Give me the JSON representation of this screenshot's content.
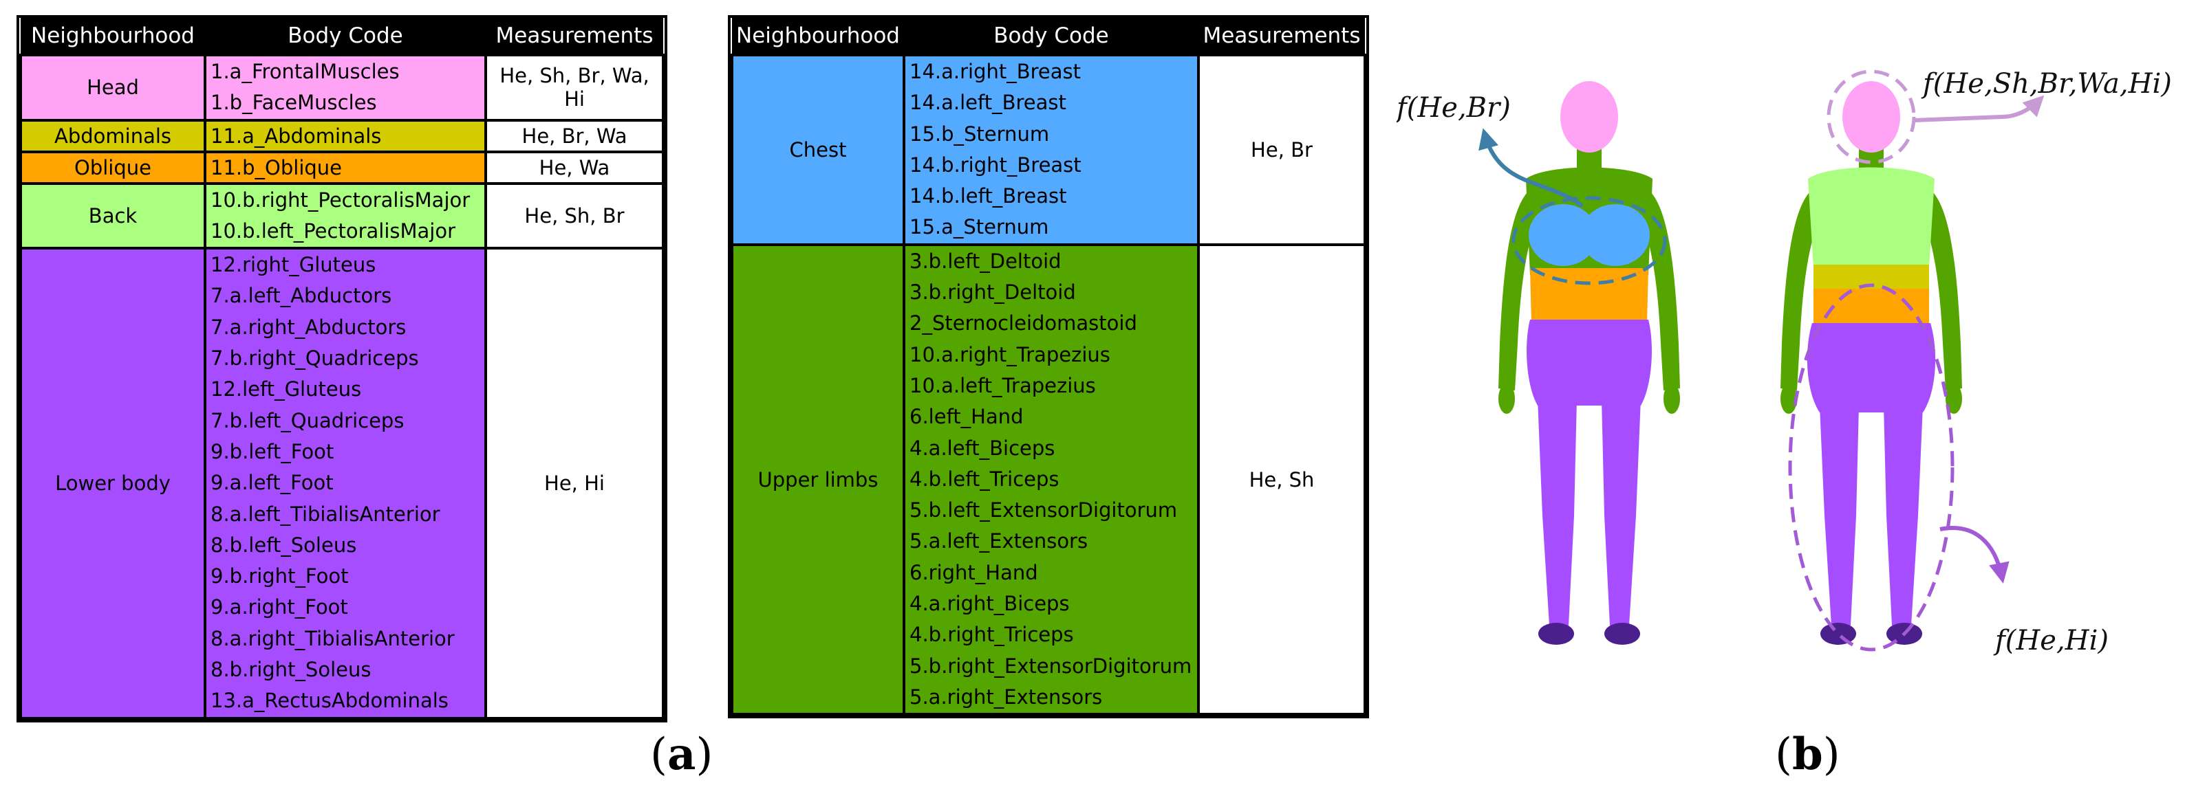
{
  "headers": {
    "neighbourhood": "Neighbourhood",
    "body_code": "Body Code",
    "measurements": "Measurements"
  },
  "left_table": [
    {
      "name": "Head",
      "color": "#ffa3f5",
      "codes": [
        "1.a_FrontalMuscles",
        "1.b_FaceMuscles"
      ],
      "measurements": "He, Sh, Br, Wa, Hi"
    },
    {
      "name": "Abdominals",
      "color": "#d4cc00",
      "codes": [
        "11.a_Abdominals"
      ],
      "measurements": "He, Br, Wa"
    },
    {
      "name": "Oblique",
      "color": "#ffa400",
      "codes": [
        "11.b_Oblique"
      ],
      "measurements": "He, Wa"
    },
    {
      "name": "Back",
      "color": "#aaff80",
      "codes": [
        "10.b.right_PectoralisMajor",
        "10.b.left_PectoralisMajor"
      ],
      "measurements": "He, Sh, Br"
    },
    {
      "name": "Lower body",
      "color": "#a64dff",
      "codes": [
        "12.right_Gluteus",
        "7.a.left_Abductors",
        "7.a.right_Abductors",
        "7.b.right_Quadriceps",
        "12.left_Gluteus",
        "7.b.left_Quadriceps",
        "9.b.left_Foot",
        "9.a.left_Foot",
        "8.a.left_TibialisAnterior",
        "8.b.left_Soleus",
        "9.b.right_Foot",
        "9.a.right_Foot",
        "8.a.right_TibialisAnterior",
        "8.b.right_Soleus",
        "13.a_RectusAbdominals"
      ],
      "measurements": "He, Hi"
    }
  ],
  "right_table": [
    {
      "name": "Chest",
      "color": "#54aaff",
      "codes": [
        "14.a.right_Breast",
        "14.a.left_Breast",
        "15.b_Sternum",
        "14.b.right_Breast",
        "14.b.left_Breast",
        "15.a_Sternum"
      ],
      "measurements": "He, Br"
    },
    {
      "name": "Upper limbs",
      "color": "#55a500",
      "codes": [
        "3.b.left_Deltoid",
        "3.b.right_Deltoid",
        "2_Sternocleidomastoid",
        "10.a.right_Trapezius",
        "10.a.left_Trapezius",
        "6.left_Hand",
        "4.a.left_Biceps",
        "4.b.left_Triceps",
        "5.b.left_ExtensorDigitorum",
        "5.a.left_Extensors",
        "6.right_Hand",
        "4.a.right_Biceps",
        "4.b.right_Triceps",
        "5.b.right_ExtensorDigitorum",
        "5.a.right_Extensors"
      ],
      "measurements": "He, Sh"
    }
  ],
  "captions": {
    "a": "a",
    "b": "b"
  },
  "figure_labels": {
    "chest": "f(He,Br)",
    "head": "f(He,Sh,Br,Wa,Hi)",
    "lower": "f(He,Hi)"
  },
  "colors": {
    "label_arrow_chest": "#3d7fa6",
    "label_arrow_head": "#c79ad6",
    "label_arrow_lower": "#a35ad6"
  }
}
